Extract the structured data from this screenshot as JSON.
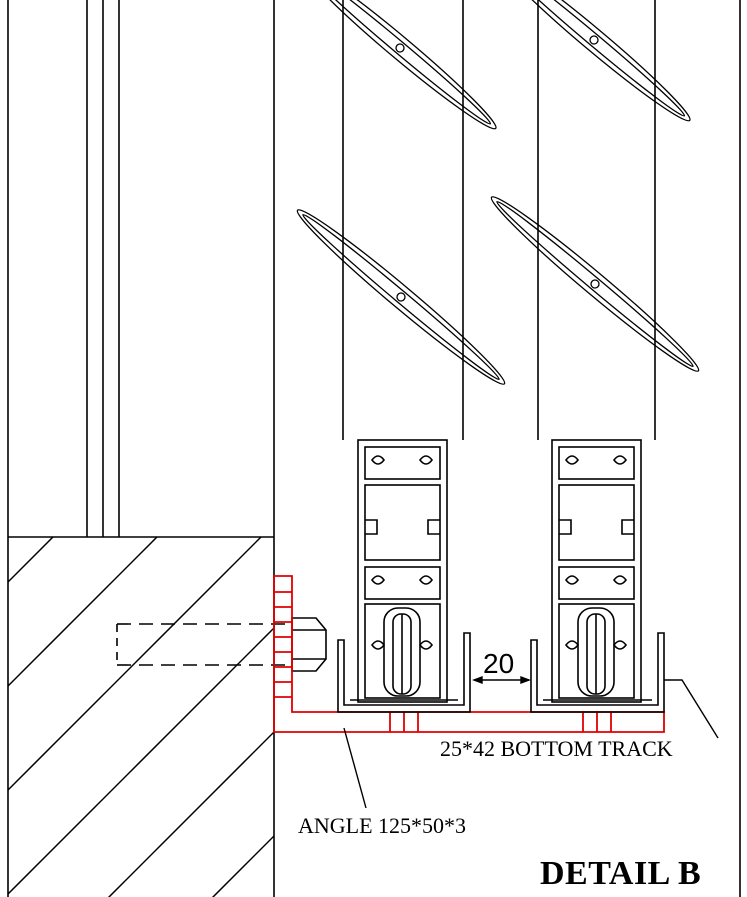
{
  "drawing": {
    "title": "DETAIL B",
    "labels": {
      "bottom_track": "25*42 BOTTOM TRACK",
      "angle": "ANGLE 125*50*3",
      "dimension": "20"
    },
    "colors": {
      "line": "#000000",
      "angle_bracket": "#e00000",
      "background": "#ffffff"
    }
  }
}
